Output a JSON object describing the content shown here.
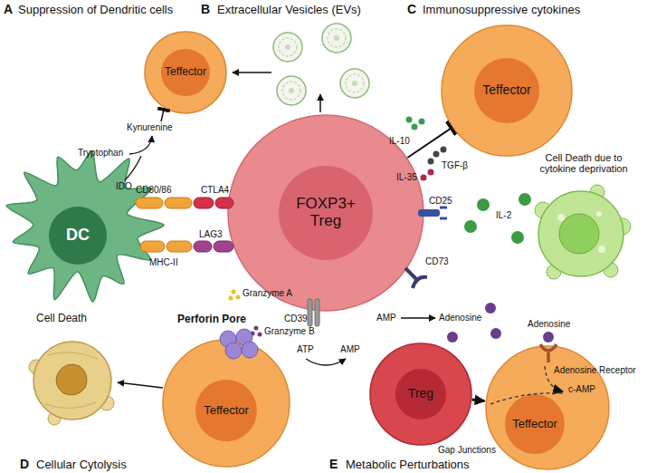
{
  "diagram": {
    "nodes": [
      {
        "text": [
          "Teffector"
        ]
      },
      {
        "text": [
          "Teffector"
        ]
      },
      {
        "text": [
          "DC"
        ]
      },
      {
        "text": [
          "FOXP3+ Treg"
        ]
      },
      {
        "text": [
          "Teffector"
        ]
      },
      {
        "text": [
          "Treg"
        ]
      },
      {
        "text": [
          "Teffector"
        ]
      }
    ],
    "edges": [
      {
        "from": 3,
        "to": 1,
        "arrow": "to"
      },
      {
        "from": 5,
        "to": 6,
        "arrow": "to"
      }
    ],
    "labels": [
      "A",
      "Suppression of Dendritic cells",
      "B",
      "Extracellular Vesicles (EVs)",
      "C",
      "Immunosuppressive cytokines",
      "Kynurenine",
      "Tryptophan",
      "IDO",
      "CD80/86",
      "CTLA4",
      "LAG3",
      "MHC-II",
      "IL-10",
      "TGF-β",
      "IL-35",
      "CD25",
      "IL-2",
      "Cell Death due to cytokine deprivation",
      "Perforin Pore",
      "Granzyme A",
      "Granzyme B",
      "Cell Death",
      "CD39",
      "CD73",
      "ATP",
      "AMP",
      "AMP",
      "Adenosine",
      "Adenosine",
      "Adenosine Receptor",
      "c-AMP",
      "Gap Junctions",
      "D",
      "Cellular Cytolysis",
      "E",
      "Metabolic Perturbations"
    ]
  }
}
